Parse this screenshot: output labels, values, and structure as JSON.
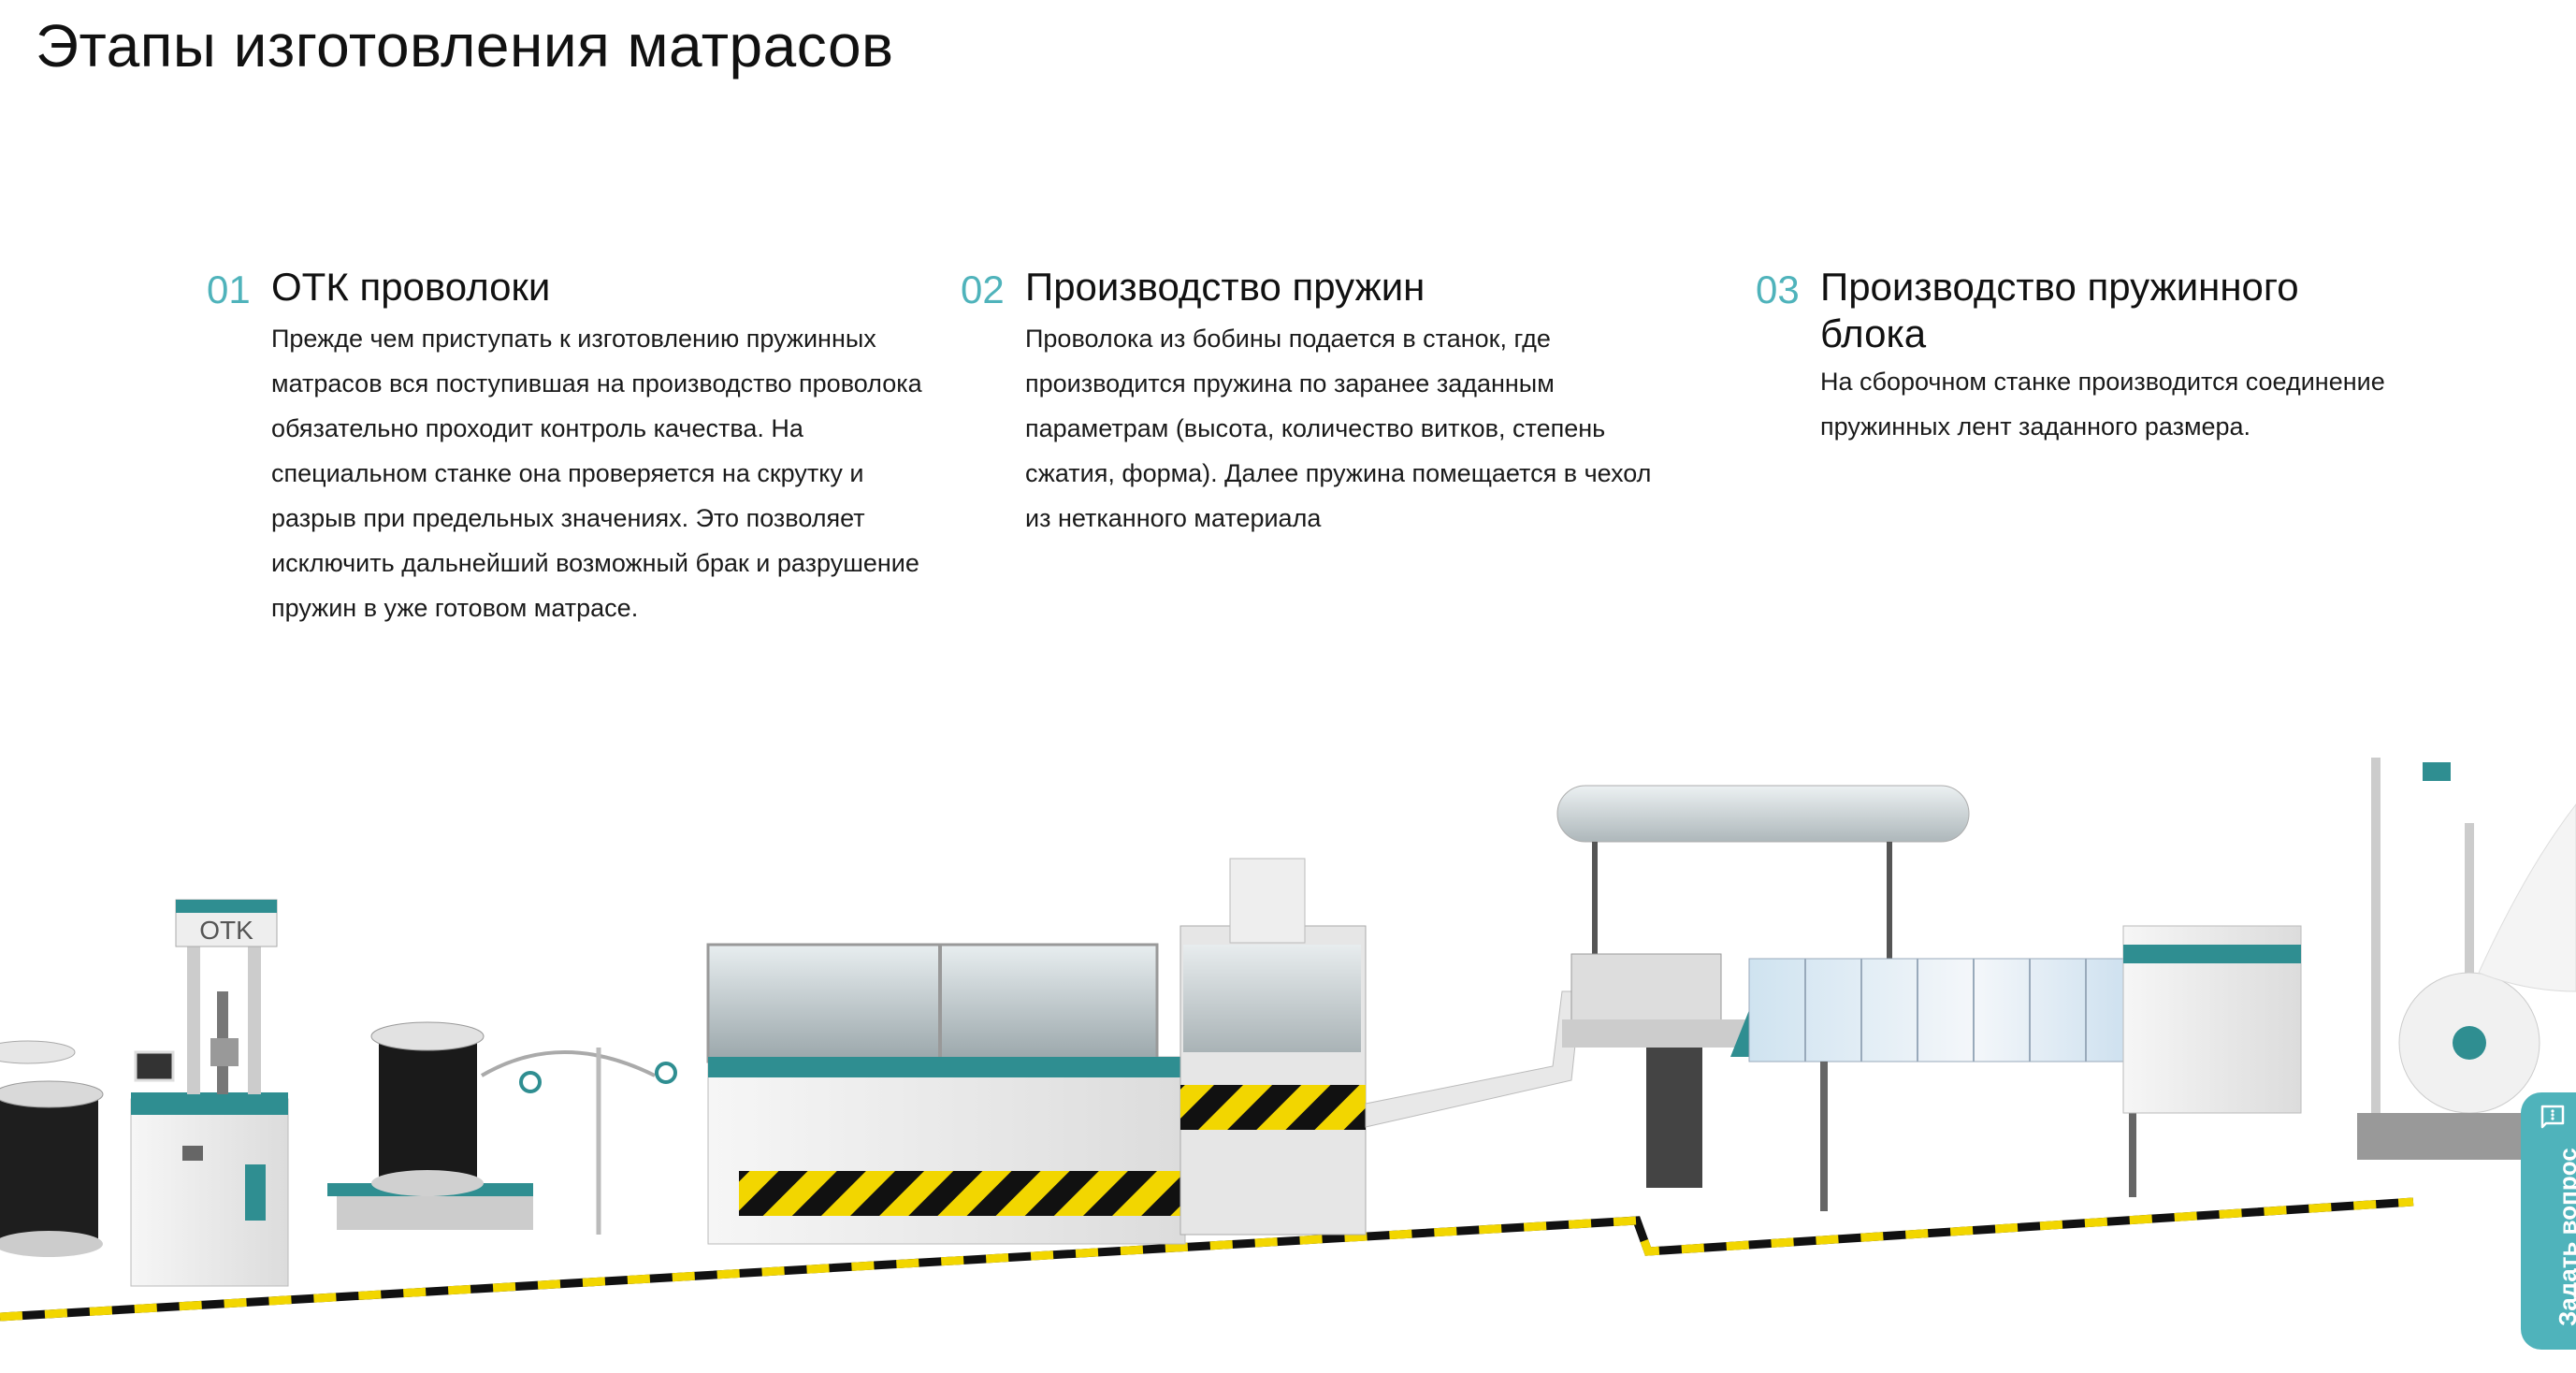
{
  "page": {
    "title": "Этапы изготовления матрасов"
  },
  "steps": [
    {
      "number": "01",
      "title": "ОТК проволоки",
      "text": "Прежде чем приступать к изготовлению пружинных матрасов вся поступившая на производство проволока обязательно проходит контроль качества. На специальном станке она проверяется на скрутку и разрыв при предельных значениях. Это позволяет исключить дальнейший возможный брак и разрушение пружин в уже готовом матрасе."
    },
    {
      "number": "02",
      "title": "Производство пружин",
      "text": "Проволока из бобины подается в станок, где производится пружина по заранее заданным параметрам (высота, количество витков, степень сжатия, форма). Далее пружина помещается в чехол из нетканного материала"
    },
    {
      "number": "03",
      "title": "Производство пружинного блока",
      "text": "На сборочном станке производится соединение пружинных лент заданного размера."
    }
  ],
  "illustration": {
    "machine_label": "OTK"
  },
  "ask_button": {
    "label": "Задать вопрос",
    "icon": "chat-bubble-icon"
  },
  "colors": {
    "accent": "#4fb3bb",
    "hazard_yellow": "#f2d600",
    "text": "#111111"
  }
}
